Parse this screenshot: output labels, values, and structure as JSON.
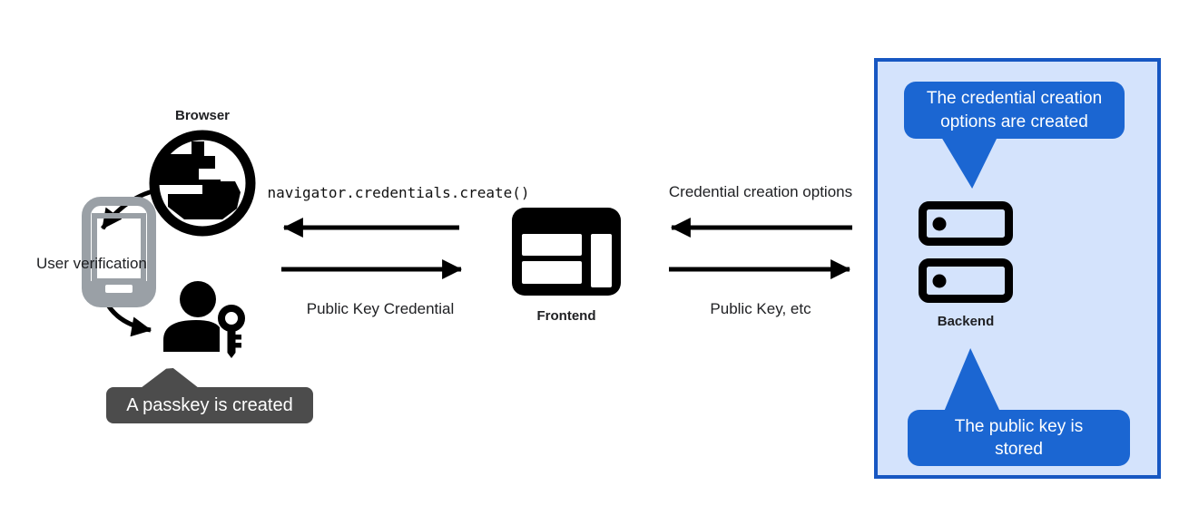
{
  "browser": {
    "label": "Browser",
    "icon": "globe-icon"
  },
  "authenticator": {
    "label": "User verification",
    "phone_icon": "phone-icon",
    "person_icon": "person-key-icon",
    "tooltip": "A passkey is created"
  },
  "frontend": {
    "label": "Frontend",
    "icon": "frontend-window-icon"
  },
  "backend": {
    "label": "Backend",
    "icon": "backend-server-icon",
    "callout_top": "The credential creation options are created",
    "callout_bottom": "The public key is stored"
  },
  "messages": {
    "frontend_to_browser": "navigator.credentials.create()",
    "browser_to_frontend": "Public Key Credential",
    "backend_to_frontend": "Credential creation options",
    "frontend_to_backend": "Public Key, etc"
  },
  "colors": {
    "callout_blue": "#1b66d2",
    "panel_fill": "#d4e3fc",
    "panel_border": "#1757c2",
    "tooltip_gray": "#4c4c4c",
    "phone_gray": "#9aa0a6",
    "ink": "#202124"
  }
}
